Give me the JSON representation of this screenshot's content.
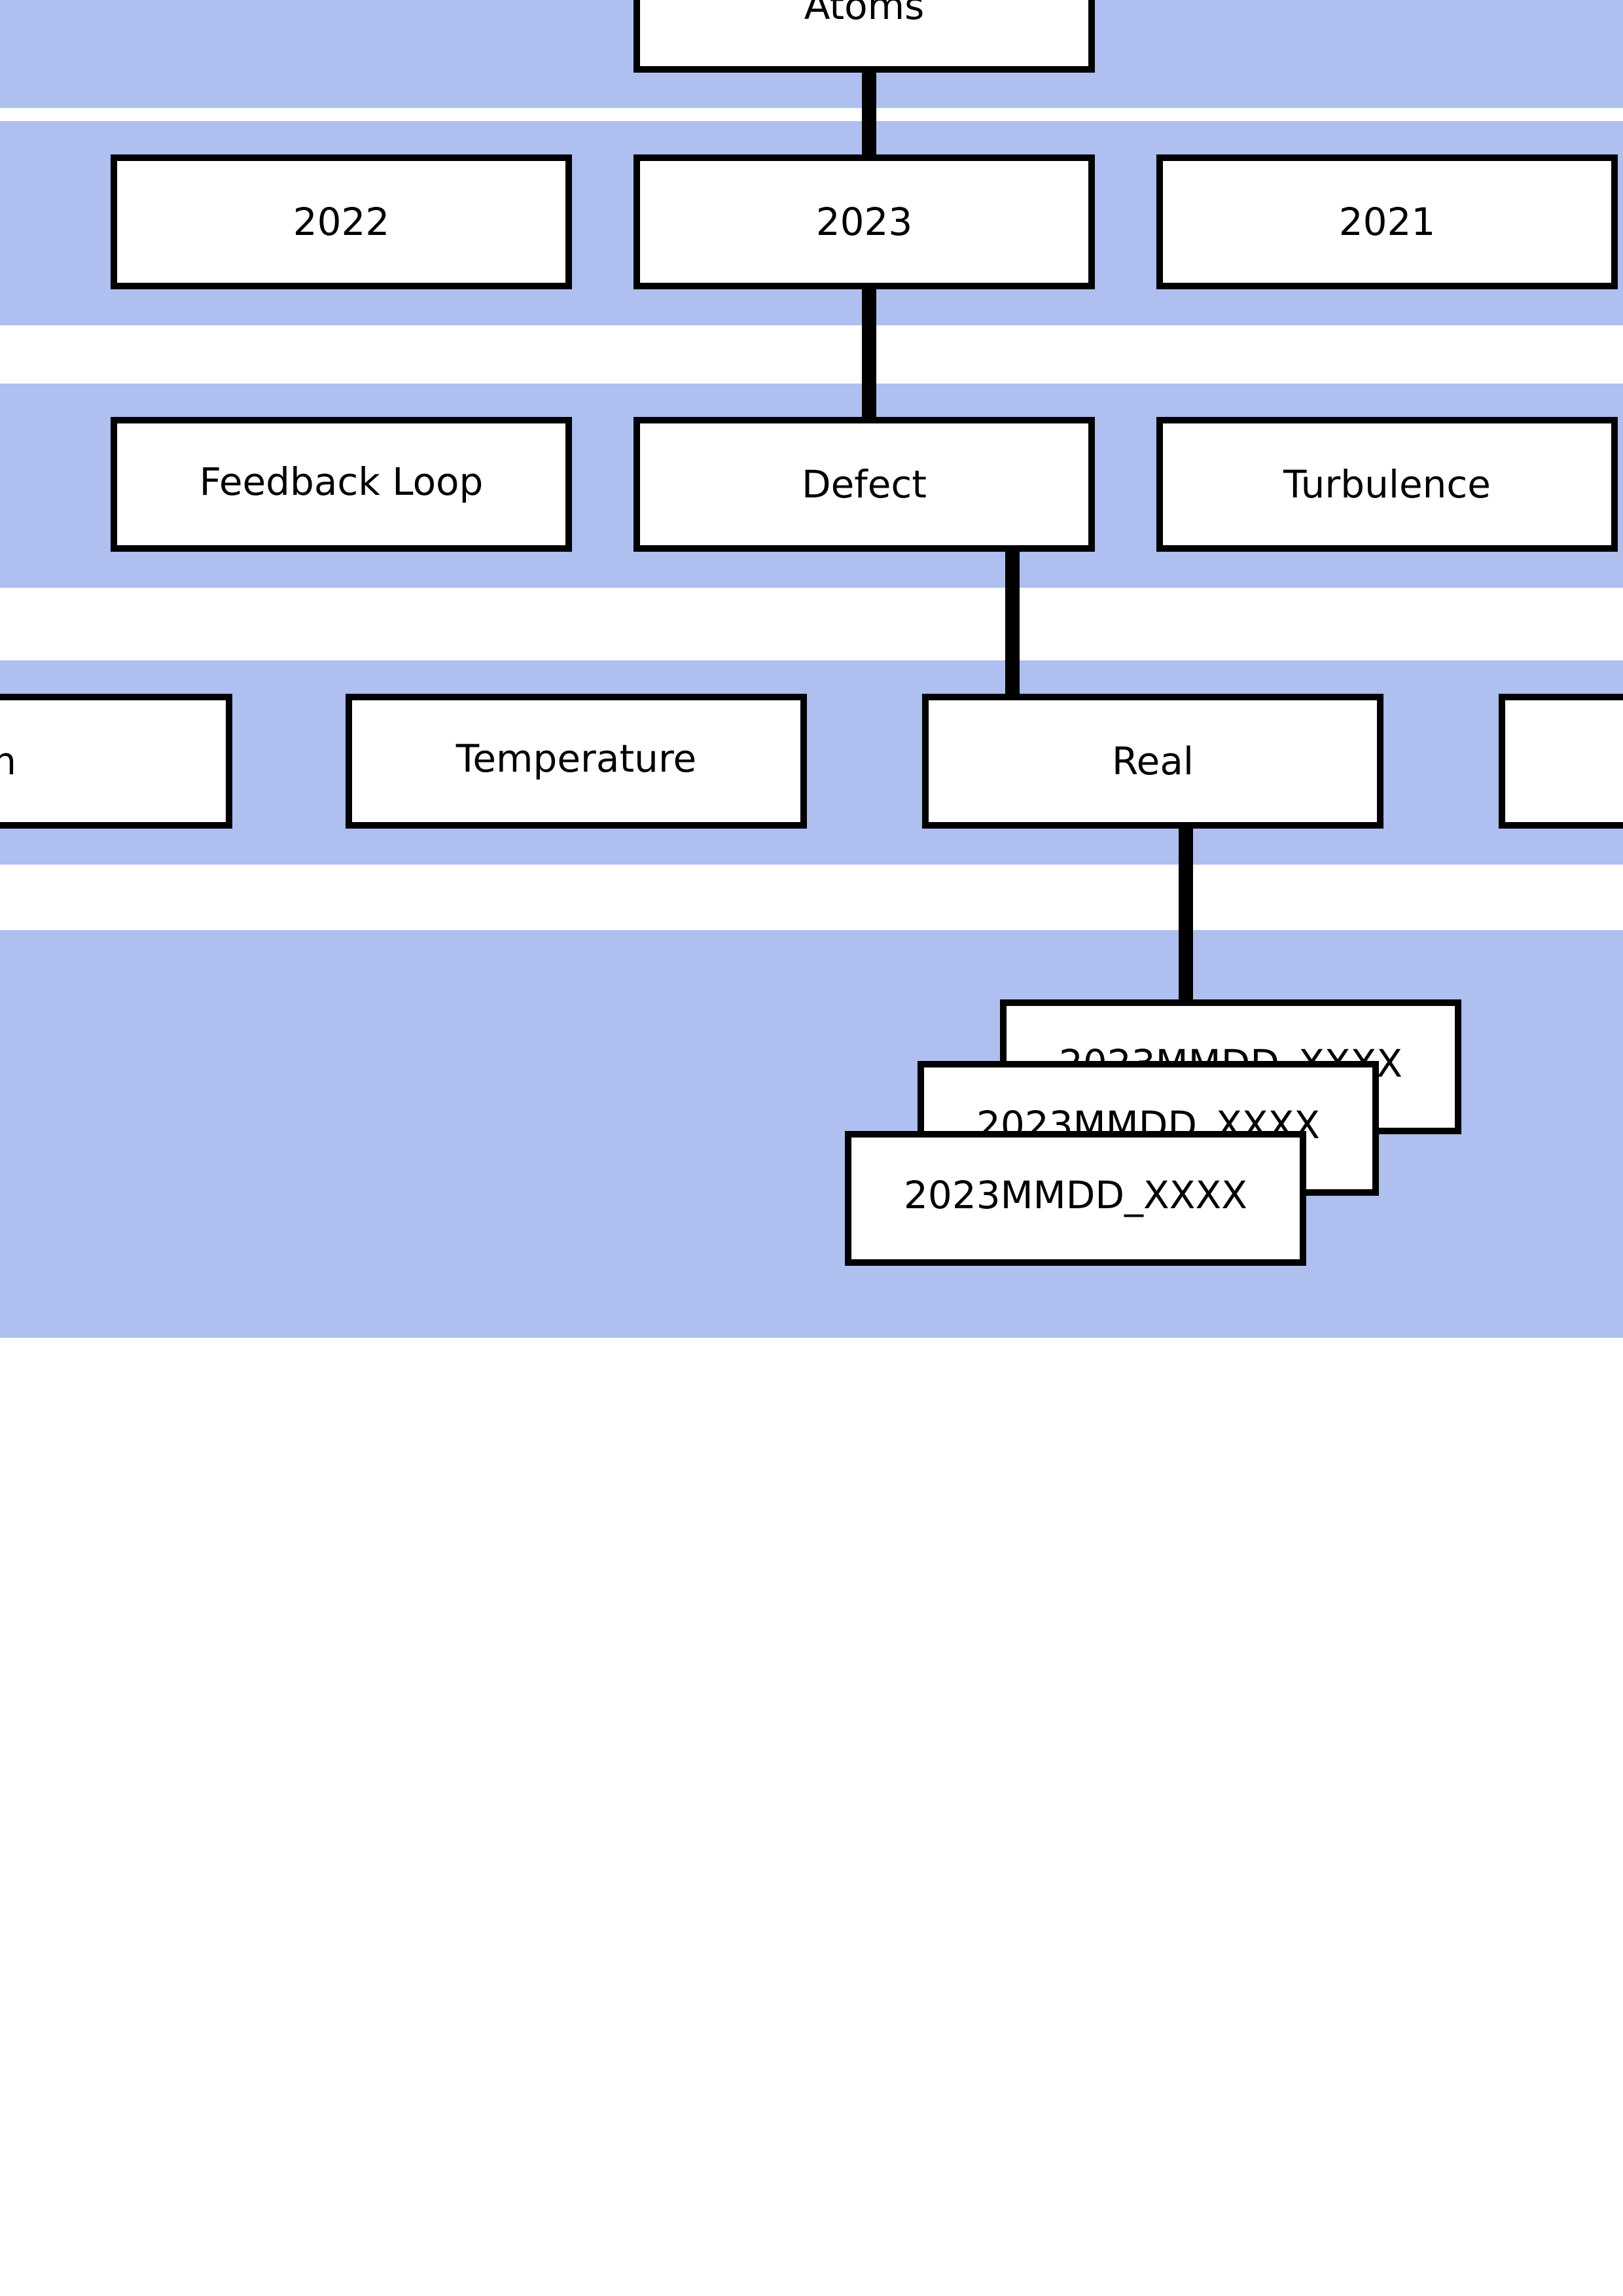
{
  "colors": {
    "band": "#aebff0",
    "box_border": "#000000",
    "box_fill": "#ffffff",
    "connector": "#000000"
  },
  "level_1": {
    "root": "Atoms"
  },
  "level_2": {
    "left": "2022",
    "center": "2023",
    "right": "2021"
  },
  "level_3": {
    "left": "Feedback Loop",
    "center": "Defect",
    "right": "Turbulence"
  },
  "level_4": {
    "partial_left": "on",
    "temperature": "Temperature",
    "real": "Real",
    "partial_right": ""
  },
  "level_5": {
    "records": [
      "2023MMDD_XXXX",
      "2023MMDD_XXXX",
      "2023MMDD_XXXX"
    ]
  }
}
